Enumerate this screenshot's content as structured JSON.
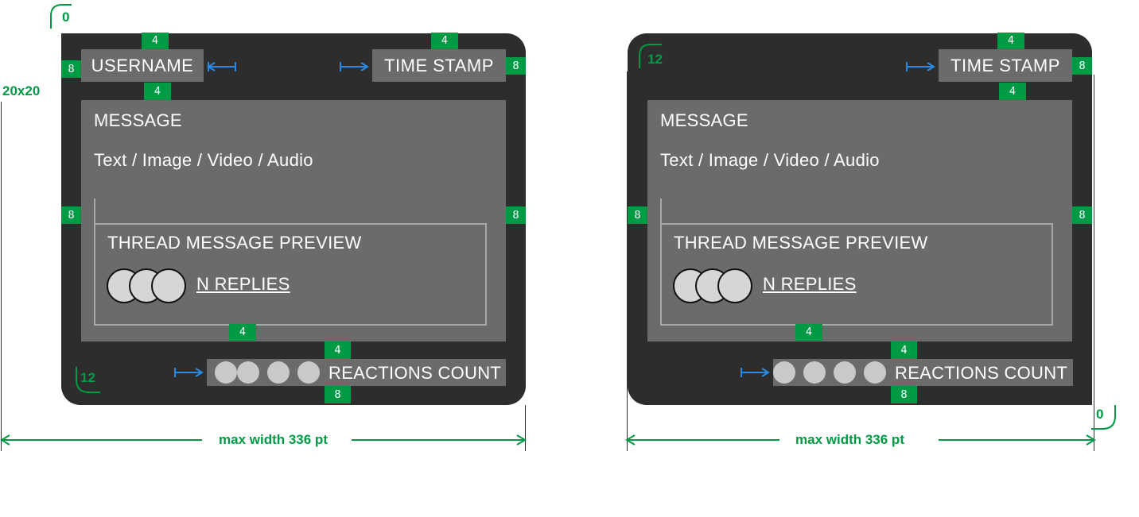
{
  "colors": {
    "bubble": "#2d2d2d",
    "content": "#6b6b6b",
    "spacing_tag": "#009a44",
    "arrow": "#2b8ae2",
    "avatar": "#d6d6d6"
  },
  "left": {
    "corner_top_left": "0",
    "corner_bottom_left": "12",
    "avatar_size": "20x20",
    "username": "USERNAME",
    "timestamp": "TIME STAMP",
    "message_title": "MESSAGE",
    "message_types": "Text / Image / Video / Audio",
    "thread_title": "THREAD MESSAGE PREVIEW",
    "replies": "N REPLIES",
    "reactions": "REACTIONS COUNT",
    "max_width": "max width 336 pt",
    "spacing": {
      "username_top": "4",
      "username_left": "8",
      "username_bottom": "4",
      "timestamp_top": "4",
      "timestamp_right": "8",
      "message_left": "8",
      "message_right": "8",
      "thread_bottom": "4",
      "reactions_top": "4",
      "reactions_bottom": "8"
    }
  },
  "right": {
    "corner_top_left": "12",
    "corner_bottom_right": "0",
    "timestamp": "TIME STAMP",
    "message_title": "MESSAGE",
    "message_types": "Text / Image / Video / Audio",
    "thread_title": "THREAD MESSAGE PREVIEW",
    "replies": "N REPLIES",
    "reactions": "REACTIONS COUNT",
    "max_width": "max width 336 pt",
    "spacing": {
      "timestamp_top": "4",
      "timestamp_right": "8",
      "timestamp_bottom": "4",
      "message_left": "8",
      "message_right": "8",
      "thread_bottom": "4",
      "reactions_top": "4",
      "reactions_bottom": "8"
    }
  }
}
